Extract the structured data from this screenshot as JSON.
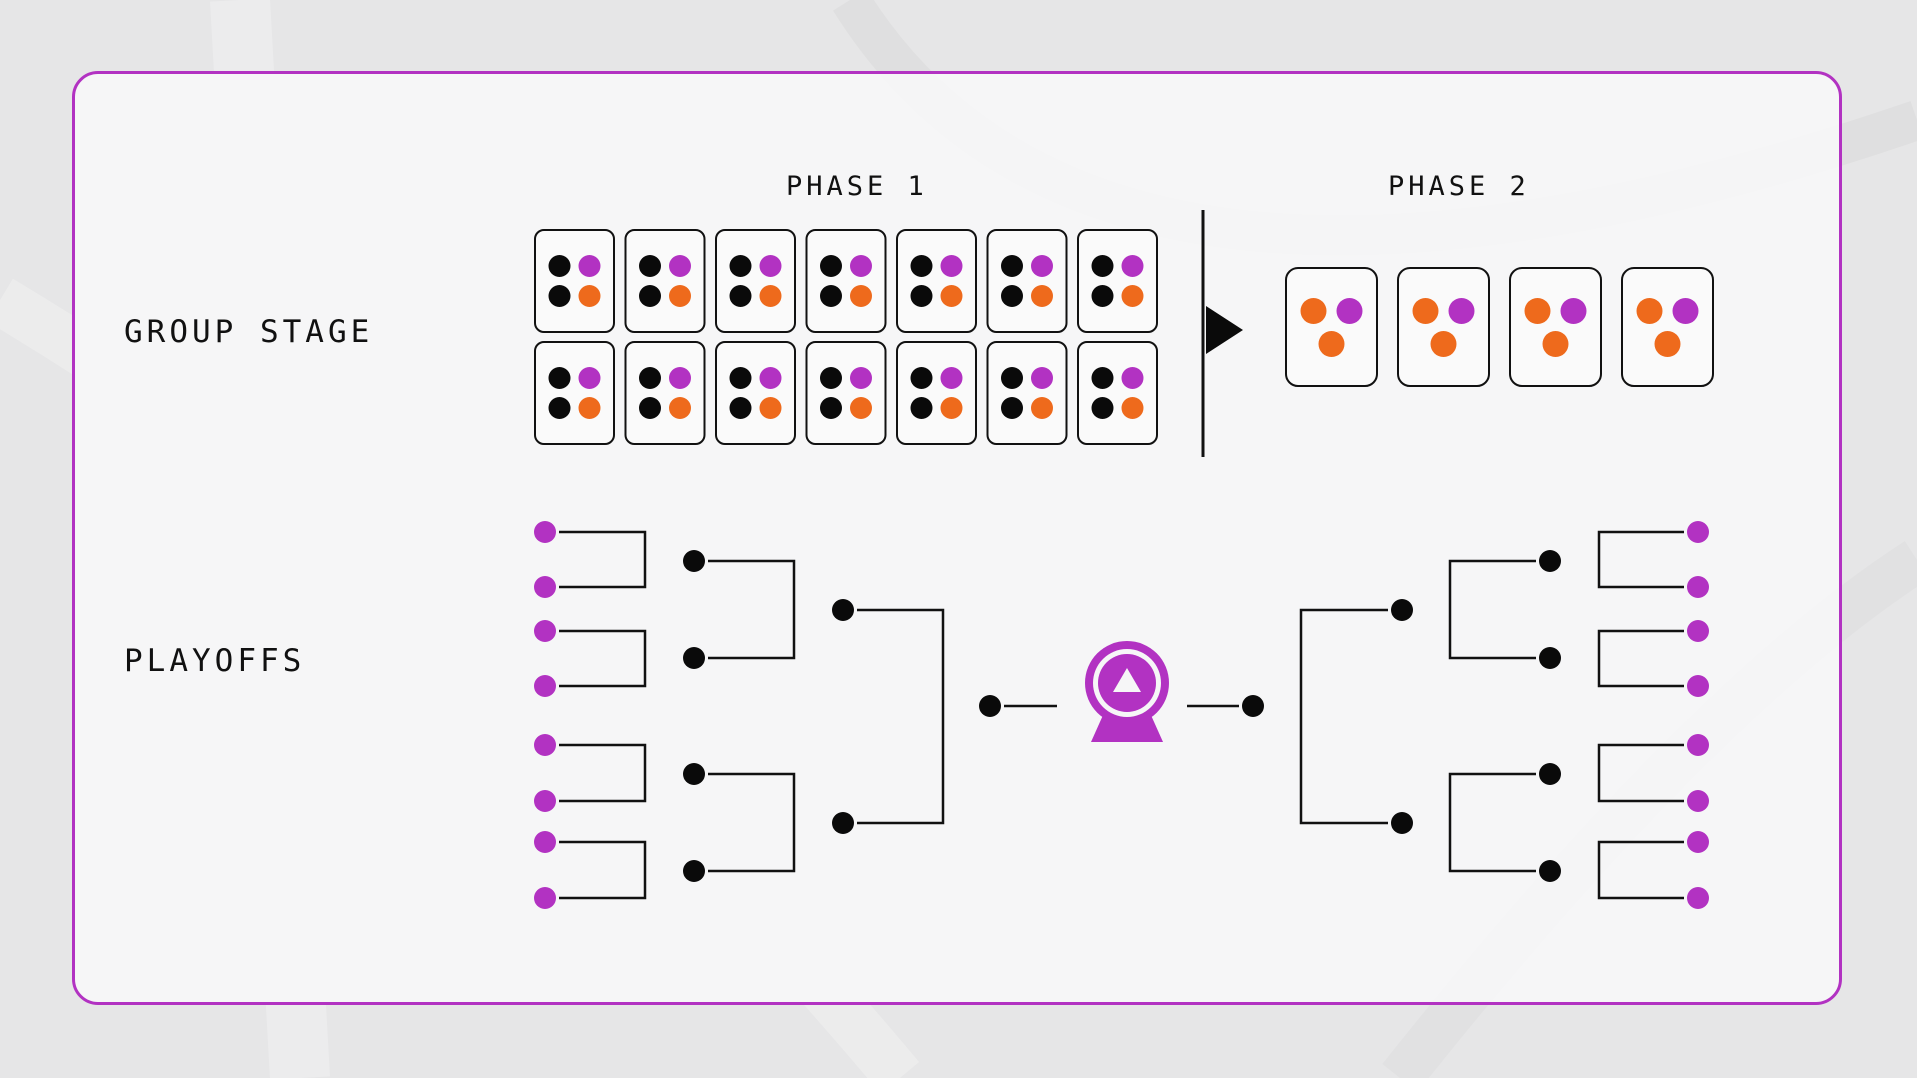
{
  "labels": {
    "group_stage": "GROUP STAGE",
    "playoffs": "PLAYOFFS",
    "phase1": "PHASE 1",
    "phase2": "PHASE 2"
  },
  "colors": {
    "purple": "#b232c2",
    "orange": "#ee6a1c",
    "black": "#0a0a0a",
    "line": "#111111"
  },
  "phase1": {
    "rows": 2,
    "groups_per_row": 7,
    "team_dots": [
      "black",
      "purple",
      "black",
      "orange"
    ]
  },
  "phase2": {
    "groups": 4,
    "team_dots": [
      "orange",
      "purple",
      "orange"
    ]
  },
  "icons": {
    "trophy": "trophy-icon",
    "arrow": "phase-arrow-icon"
  }
}
